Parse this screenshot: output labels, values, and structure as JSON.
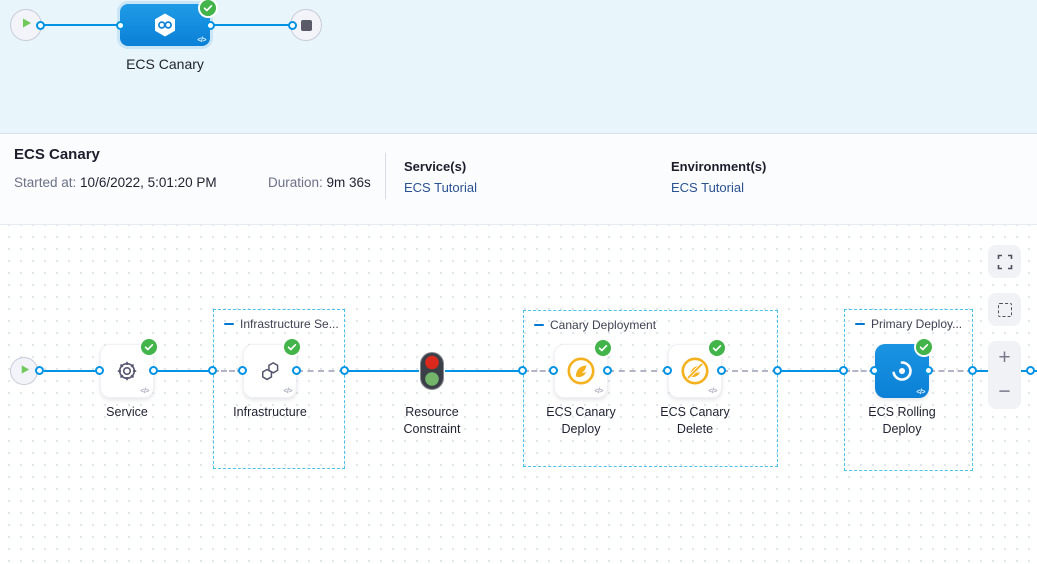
{
  "colors": {
    "accent_blue": "#0092e4",
    "node_blue": "#0b80d7",
    "success_green": "#42b44a",
    "canary_yellow": "#f5b01d",
    "link_blue": "#2a5291",
    "group_border": "#4ac3ea",
    "top_band_bg": "#e8f5fb",
    "traffic_red": "#da291c",
    "traffic_green": "#73b569"
  },
  "minimap": {
    "stage_label": "ECS Canary",
    "code_tag": "</>"
  },
  "run_bar": {
    "title": "ECS Canary",
    "started_label": "Started at:",
    "started_value": " 10/6/2022, 5:01:20 PM",
    "duration_label": "Duration:",
    "duration_value": " 9m 36s",
    "services_label": "Service(s)",
    "services_link": "ECS Tutorial",
    "environments_label": "Environment(s)",
    "environments_link": "ECS Tutorial"
  },
  "graph": {
    "code_tag": "</>",
    "groups": [
      {
        "label": "Infrastructure Se..."
      },
      {
        "label": "Canary Deployment"
      },
      {
        "label": "Primary Deploy..."
      }
    ],
    "nodes": [
      {
        "label": "Service",
        "icon": "gear",
        "status": "success"
      },
      {
        "label": "Infrastructure",
        "icon": "infrastructure-hexagons",
        "status": "success"
      },
      {
        "label": "Resource Constraint",
        "icon": "traffic-light",
        "status": "none"
      },
      {
        "label": "ECS Canary Deploy",
        "icon": "canary-deploy",
        "status": "success"
      },
      {
        "label": "ECS Canary Delete",
        "icon": "canary-delete",
        "status": "success"
      },
      {
        "label": "ECS Rolling Deploy",
        "icon": "ecs-rolling",
        "status": "success"
      }
    ]
  },
  "controls": {
    "zoom_in_label": "+",
    "zoom_out_label": "−"
  }
}
